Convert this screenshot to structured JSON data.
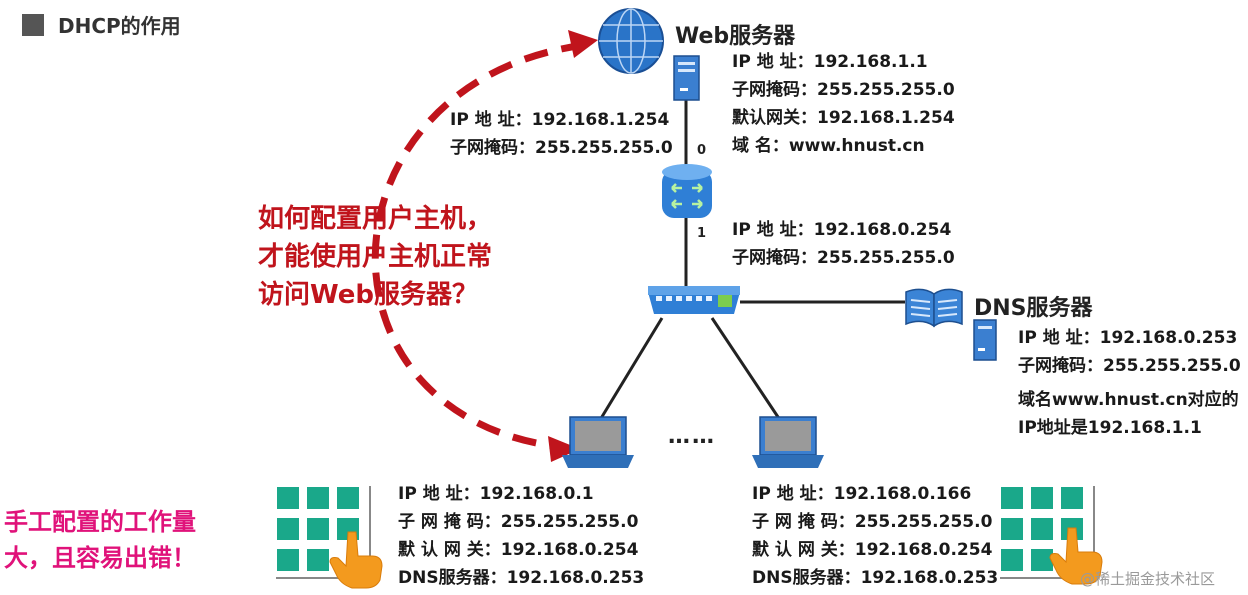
{
  "title": "DHCP的作用",
  "web_server": {
    "name": "Web服务器",
    "info": [
      "IP 地  址：192.168.1.1",
      "子网掩码：255.255.255.0",
      "默认网关：192.168.1.254",
      "域      名：www.hnust.cn"
    ]
  },
  "router": {
    "port0_label": "0",
    "port1_label": "1",
    "port0_info": [
      "IP 地  址：192.168.1.254",
      "子网掩码：255.255.255.0"
    ],
    "port1_info": [
      "IP 地  址：192.168.0.254",
      "子网掩码：255.255.255.0"
    ]
  },
  "dns_server": {
    "name": "DNS服务器",
    "info": [
      "IP 地  址：192.168.0.253",
      "子网掩码：255.255.255.0",
      "域名www.hnust.cn对应的",
      "IP地址是192.168.1.1"
    ]
  },
  "question": [
    "如何配置用户主机，",
    "才能使用户主机正常",
    "访问Web服务器？"
  ],
  "host_left": [
    "IP 地    址：192.168.0.1",
    "子 网 掩 码：255.255.255.0",
    "默 认 网 关：192.168.0.254",
    "DNS服务器：192.168.0.253"
  ],
  "host_right": [
    "IP 地    址：192.168.0.166",
    "子 网 掩 码：255.255.255.0",
    "默 认 网 关：192.168.0.254",
    "DNS服务器：192.168.0.253"
  ],
  "ellipsis": "……",
  "note": [
    "手工配置的工作量",
    "大，且容易出错！"
  ],
  "watermark": "@稀土掘金技术社区",
  "colors": {
    "accent_red": "#c0141c",
    "note_pink": "#e0127a",
    "device_blue": "#3b7fd0",
    "keypad_green": "#1aa88a",
    "hand_orange": "#f39a1e"
  }
}
